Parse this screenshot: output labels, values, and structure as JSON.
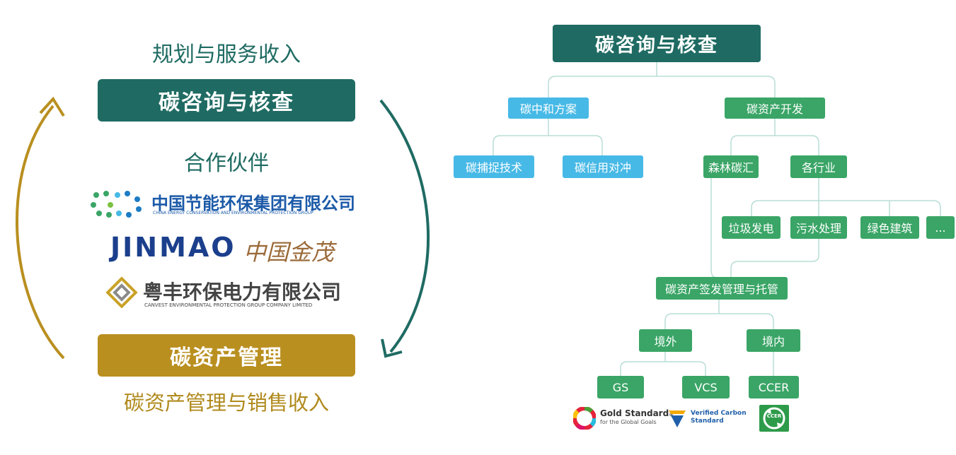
{
  "left": {
    "top_caption": "规划与服务收入",
    "top_box": "碳咨询与核查",
    "partners_label": "合作伙伴",
    "partners": [
      {
        "cn": "中国节能环保集团有限公司",
        "en": "CHINA ENERGY CONSERVATION AND ENVIRONMENTAL PROTECTION GROUP"
      },
      {
        "en": "JINMAO",
        "cn": "中国金茂"
      },
      {
        "cn": "粤丰环保电力有限公司",
        "en": "CANVEST ENVIRONMENTAL PROTECTION GROUP COMPANY LIMITED"
      }
    ],
    "bottom_box": "碳资产管理",
    "bottom_caption": "碳资产管理与销售收入"
  },
  "tree": {
    "root": "碳咨询与核查",
    "neutral": "碳中和方案",
    "capture": "碳捕捉技术",
    "offset": "碳信用对冲",
    "dev": "碳资产开发",
    "forest": "森林碳汇",
    "industries": "各行业",
    "ind_items": [
      "垃圾发电",
      "污水处理",
      "绿色建筑",
      "..."
    ],
    "issuance": "碳资产签发管理与托管",
    "overseas": "境外",
    "domestic": "境内",
    "gs": "GS",
    "vcs": "VCS",
    "ccer": "CCER"
  },
  "standards": {
    "gold_title": "Gold Standard",
    "gold_mark": "®",
    "gold_sub": "for the Global Goals",
    "vcs_line1": "Verified Carbon",
    "vcs_line2": "Standard",
    "ccer_badge": "CCER"
  },
  "colors": {
    "teal": "#1f6b63",
    "gold": "#b98f1f",
    "blue": "#47b9e6",
    "green": "#3aa566"
  }
}
